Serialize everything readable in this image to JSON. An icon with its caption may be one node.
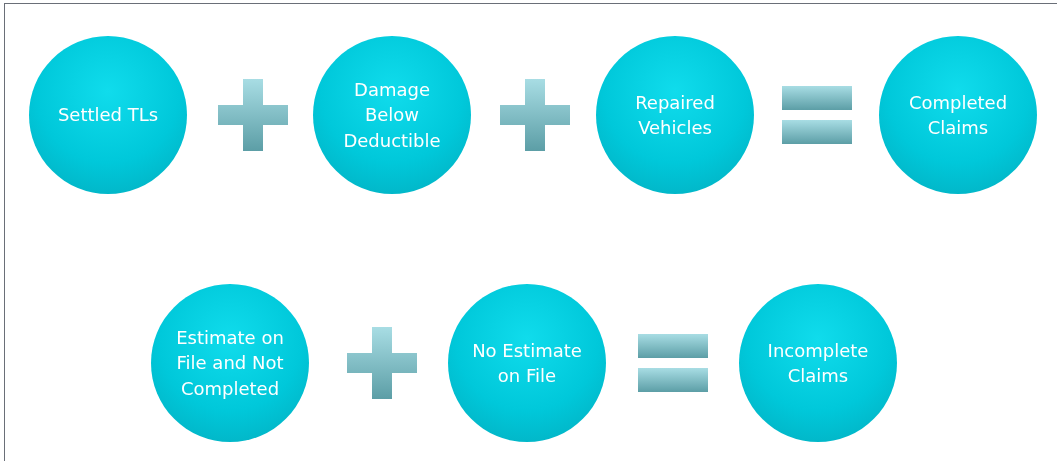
{
  "diagram": {
    "nodes": [
      {
        "text": [
          "Settled TLs"
        ]
      },
      {
        "text": [
          "Damage Below Deductible"
        ]
      },
      {
        "text": [
          "Repaired Vehicles"
        ]
      },
      {
        "text": [
          "Completed Claims"
        ]
      },
      {
        "text": [
          "Estimate on File and Not Completed"
        ]
      },
      {
        "text": [
          "No Estimate on File"
        ]
      },
      {
        "text": [
          "Incomplete Claims"
        ]
      }
    ]
  }
}
